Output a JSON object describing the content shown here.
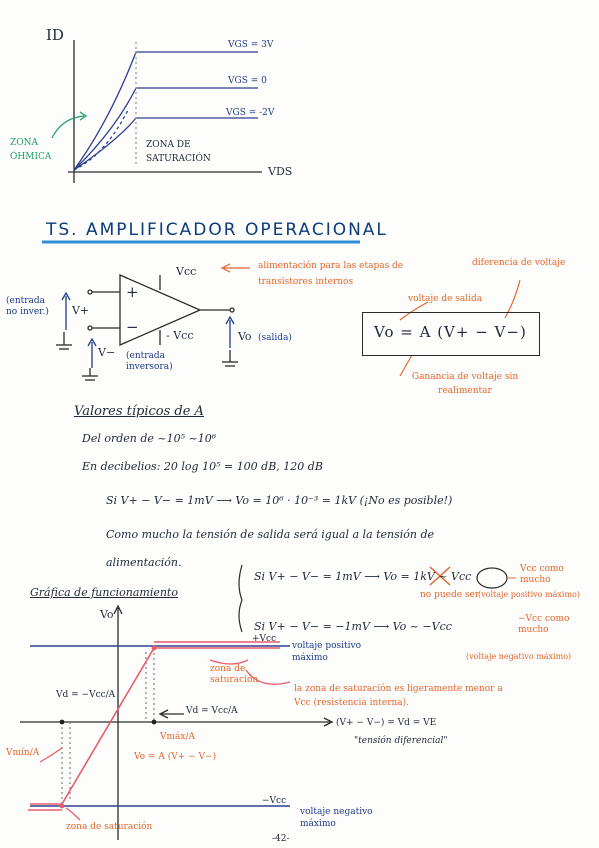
{
  "top_graph": {
    "y_axis_label": "ID",
    "x_axis_label": "VDS",
    "curves": [
      "VGS = 3V",
      "VGS = 0",
      "VGS = -2V"
    ],
    "zona_ohmica": "ZONA ÓHMICA",
    "zona_saturacion": "ZONA DE SATURACIÓN"
  },
  "section_title": "TS. AMPLIFICADOR OPERACIONAL",
  "opamp": {
    "vcc_top": "Vcc",
    "vcc_bottom": "- Vcc",
    "plus": "+",
    "minus": "−",
    "v_plus": "V+",
    "v_minus": "V−",
    "entrada_no_inv": "(entrada\nno inver.)",
    "entrada_inv": "(entrada\ninversora)",
    "vo": "Vo",
    "salida": "(salida)",
    "alimentacion_note": "alimentación para las etapas de transistores internos",
    "diferencia_note": "diferencia de voltaje",
    "voltaje_salida_note": "voltaje de salida",
    "formula": "Vo = A (V+ − V−)",
    "ganancia_note": "Ganancia de voltaje sin realimentar"
  },
  "typical": {
    "heading": "Valores típicos de A",
    "line1": "Del orden de ~10⁵ ~10⁶",
    "line2": "En decibelios: 20 log 10⁵ = 100 dB, 120 dB",
    "line3": "Si V+ − V− = 1mV  ⟶  Vo = 10⁶ · 10⁻³ = 1kV  (¡No es posible!)",
    "line4": "Como mucho la tensión de salida será igual a la tensión de",
    "line5": "alimentación.",
    "case1": "Si V+ − V− = 1mV  ⟶  Vo = 1kV ~ Vcc",
    "case1_note": "no puede ser",
    "case1_right": "Vcc como mucho",
    "case1_right2": "(voltaje positivo máximo)",
    "case2": "Si V+ − V− = −1mV  ⟶  Vo ~ −Vcc",
    "case2_right": "−Vcc como mucho",
    "case2_right2": "(voltaje negativo máximo)"
  },
  "graph": {
    "title": "Gráfica de funcionamiento",
    "y_label": "Vo",
    "vcc": "+Vcc",
    "neg_vcc": "−Vcc",
    "pos_note": "voltaje positivo máximo",
    "neg_note": "voltaje negativo máximo",
    "vd_left": "Vd = −Vcc/A",
    "vd_right": "Vd = Vcc/A",
    "vmax": "Vmáx/A",
    "vmin": "Vmín/A",
    "zona_sat_top": "zona de saturación",
    "zona_sat_bottom": "zona de saturación",
    "sat_note": "la zona de saturación es ligeramente menor a Vcc (resistencia interna).",
    "line_eq": "Vo = A (V+ − V−)",
    "x_label": "(V+ − V−) = Vd = VE",
    "x_note": "\"tensión diferencial\""
  },
  "page_number": "-42-"
}
